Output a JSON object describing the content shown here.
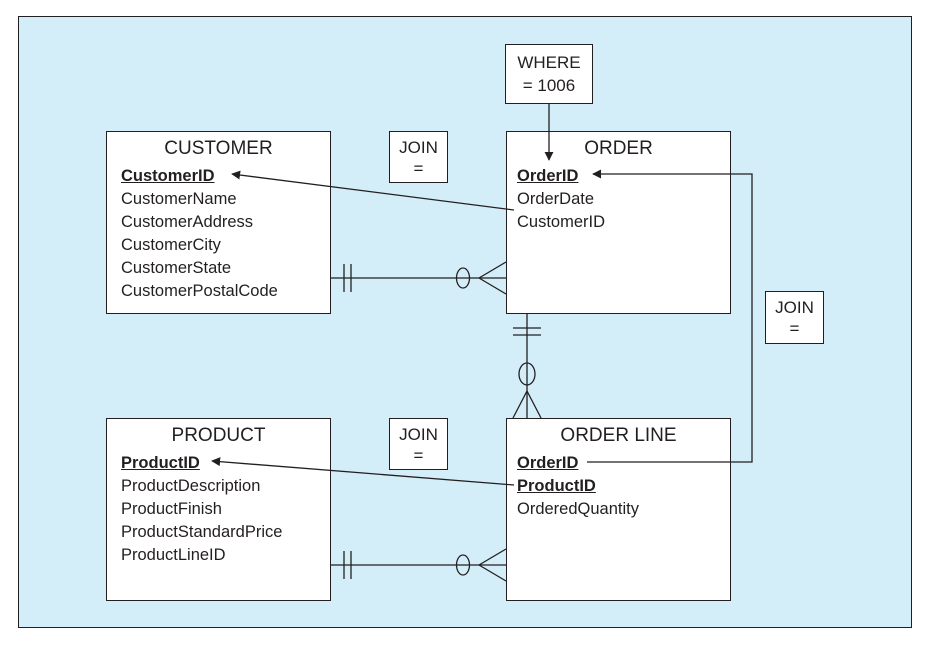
{
  "entities": {
    "customer": {
      "name": "CUSTOMER",
      "attributes": [
        {
          "text": "CustomerID",
          "key": true
        },
        {
          "text": "CustomerName",
          "key": false
        },
        {
          "text": "CustomerAddress",
          "key": false
        },
        {
          "text": "CustomerCity",
          "key": false
        },
        {
          "text": "CustomerState",
          "key": false
        },
        {
          "text": "CustomerPostalCode",
          "key": false
        }
      ]
    },
    "order": {
      "name": "ORDER",
      "attributes": [
        {
          "text": "OrderID",
          "key": true
        },
        {
          "text": "OrderDate",
          "key": false
        },
        {
          "text": "CustomerID",
          "key": false
        }
      ]
    },
    "product": {
      "name": "PRODUCT",
      "attributes": [
        {
          "text": "ProductID",
          "key": true
        },
        {
          "text": "ProductDescription",
          "key": false
        },
        {
          "text": "ProductFinish",
          "key": false
        },
        {
          "text": "ProductStandardPrice",
          "key": false
        },
        {
          "text": "ProductLineID",
          "key": false
        }
      ]
    },
    "order_line": {
      "name": "ORDER LINE",
      "attributes": [
        {
          "text": "OrderID",
          "key": true
        },
        {
          "text": "ProductID",
          "key": true
        },
        {
          "text": "OrderedQuantity",
          "key": false
        }
      ]
    }
  },
  "where_box": {
    "line1": "WHERE",
    "line2": "= 1006"
  },
  "join_boxes": {
    "customer_order": {
      "line1": "JOIN",
      "line2": "="
    },
    "orderline_order": {
      "line1": "JOIN",
      "line2": "="
    },
    "product_orderline": {
      "line1": "JOIN",
      "line2": "="
    }
  },
  "colors": {
    "background": "#d4eef9",
    "box_fill": "#ffffff",
    "stroke": "#231f20"
  }
}
